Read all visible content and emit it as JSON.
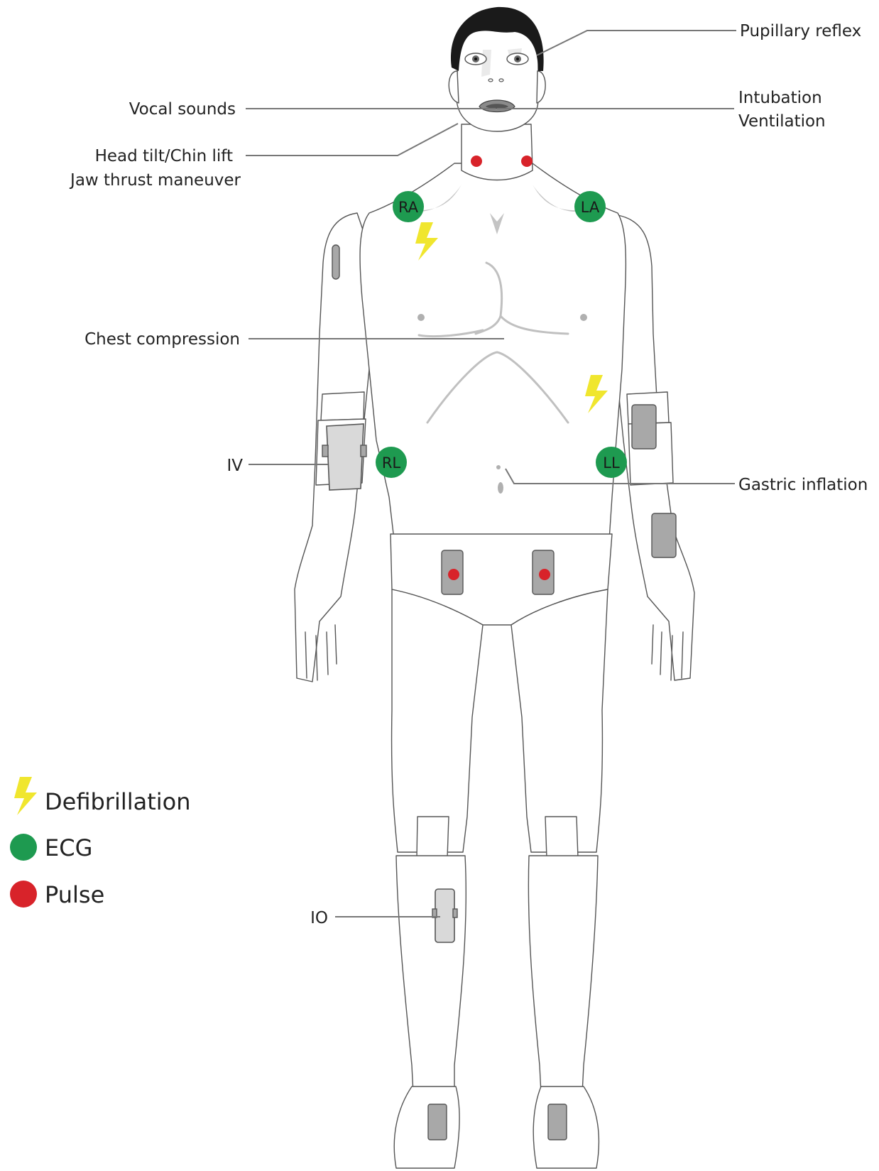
{
  "callouts": {
    "pupillary_reflex": "Pupillary reflex",
    "vocal_sounds": "Vocal sounds",
    "intubation": "Intubation",
    "ventilation": "Ventilation",
    "head_tilt": "Head tilt/Chin lift",
    "jaw_thrust": "Jaw thrust maneuver",
    "chest_compression": "Chest compression",
    "iv": "IV",
    "gastric_inflation": "Gastric inflation",
    "io": "IO"
  },
  "ecg_markers": {
    "ra": "RA",
    "la": "LA",
    "rl": "RL",
    "ll": "LL"
  },
  "legend": {
    "defibrillation": "Defibrillation",
    "ecg": "ECG",
    "pulse": "Pulse"
  },
  "colors": {
    "ecg_green": "#1e9a50",
    "pulse_red": "#d8232a",
    "defib_yellow": "#f0e62e",
    "leader_gray": "#777777",
    "body_outline": "#555555"
  },
  "icons": {
    "defibrillation": "lightning-bolt-icon",
    "ecg": "green-dot-icon",
    "pulse": "red-dot-icon"
  }
}
